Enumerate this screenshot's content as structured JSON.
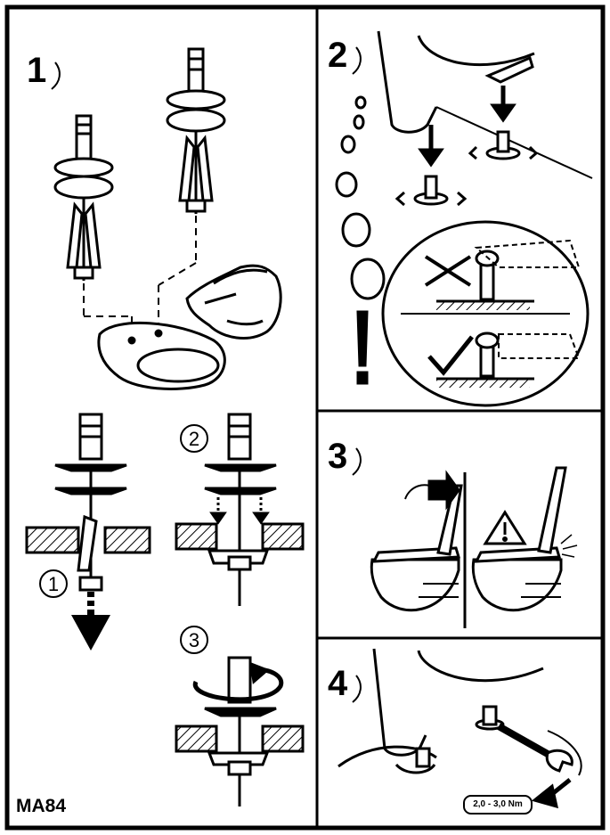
{
  "steps": {
    "s1": "1",
    "s2": "2",
    "s3": "3",
    "s4": "4"
  },
  "sub_steps": {
    "a": "1",
    "b": "2",
    "c": "3"
  },
  "model_code": "MA84",
  "torque_label": "2,0 - 3,0 Nm",
  "icons": [
    "wrong-x-icon",
    "correct-check-icon",
    "warning-triangle-icon",
    "exclamation-icon",
    "rotate-arrow-icon",
    "down-arrow-icon"
  ]
}
